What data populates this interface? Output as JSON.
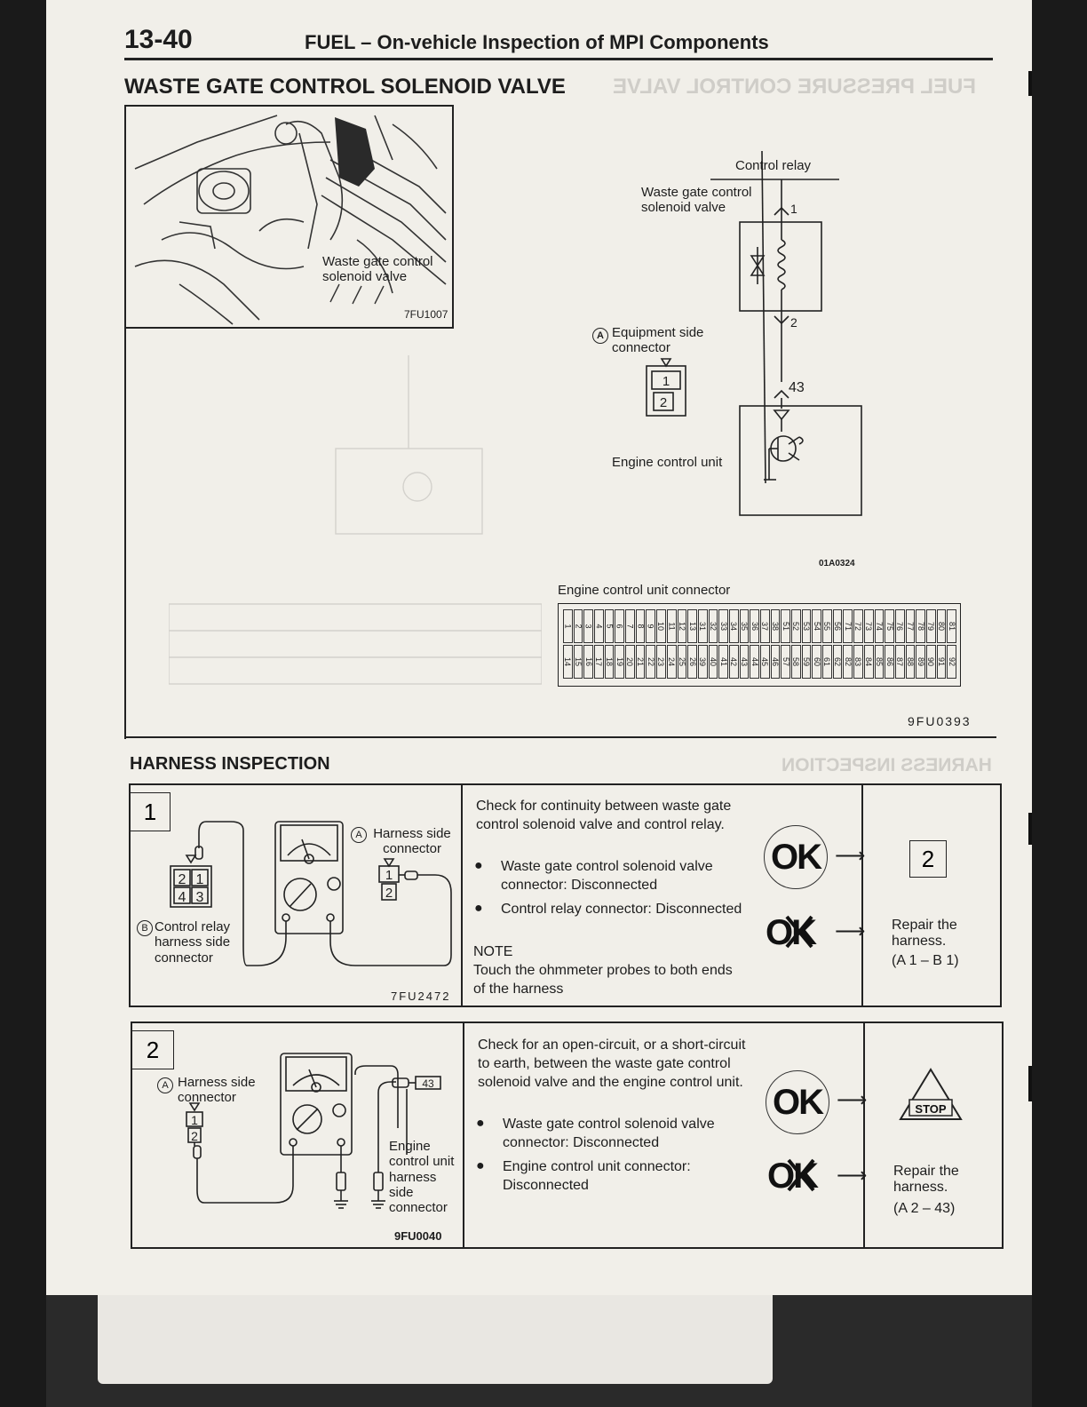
{
  "header": {
    "page_number": "13-40",
    "title": "FUEL – On-vehicle Inspection of MPI Components"
  },
  "section": {
    "title": "WASTE GATE CONTROL SOLENOID VALVE"
  },
  "photo": {
    "label": "Waste gate control solenoid valve",
    "code": "7FU1007"
  },
  "circuit": {
    "control_relay": "Control relay",
    "solenoid_label": "Waste gate control solenoid valve",
    "pin1": "1",
    "pin2": "2",
    "pin43": "43",
    "equipment_connector": "Equipment side connector",
    "equipment_letter": "A",
    "ecu_label": "Engine control unit",
    "code": "01A0324"
  },
  "ecu_connector": {
    "label": "Engine control unit connector",
    "code": "9FU0393",
    "top_pins": [
      "1",
      "2",
      "3",
      "4",
      "5",
      "6",
      "7",
      "8",
      "9",
      "10",
      "11",
      "12",
      "13",
      "31",
      "32",
      "33",
      "34",
      "35",
      "36",
      "37",
      "38",
      "51",
      "52",
      "53",
      "54",
      "55",
      "56",
      "71",
      "72",
      "73",
      "74",
      "75",
      "76",
      "77",
      "78",
      "79",
      "80",
      "81"
    ],
    "bottom_pins": [
      "14",
      "15",
      "16",
      "17",
      "18",
      "19",
      "20",
      "21",
      "22",
      "23",
      "24",
      "25",
      "26",
      "39",
      "40",
      "41",
      "42",
      "43",
      "44",
      "45",
      "46",
      "57",
      "58",
      "59",
      "60",
      "61",
      "62",
      "82",
      "83",
      "84",
      "85",
      "86",
      "87",
      "88",
      "89",
      "90",
      "91",
      "92"
    ]
  },
  "harness": {
    "title": "HARNESS INSPECTION",
    "steps": [
      {
        "number": "1",
        "harness_connector": "Harness side connector",
        "harness_letter": "A",
        "relay_connector": "Control relay harness side connector",
        "relay_letter": "B",
        "relay_pins": [
          "2",
          "1",
          "4",
          "3"
        ],
        "connector_pins": [
          "1",
          "2"
        ],
        "code": "7FU2472",
        "description": "Check for continuity between waste gate control solenoid valve and control relay.",
        "bullets": [
          "Waste gate control solenoid valve connector: Disconnected",
          "Control relay connector: Disconnected"
        ],
        "note_title": "NOTE",
        "note": "Touch the ohmmeter probes to both ends of the harness",
        "ok": "OK",
        "ng": "OK",
        "ok_result": "2",
        "ng_result": "Repair the harness.",
        "ng_ref": "(A 1 – B 1)"
      },
      {
        "number": "2",
        "harness_connector": "Harness side connector",
        "harness_letter": "A",
        "connector_pins": [
          "1",
          "2"
        ],
        "pin43": "43",
        "ecu_connector": "Engine control unit harness side connector",
        "code": "9FU0040",
        "description": "Check for an open-circuit, or a short-circuit to earth, between the waste gate control solenoid valve and the engine control unit.",
        "bullets": [
          "Waste gate control solenoid valve connector: Disconnected",
          "Engine control unit connector: Disconnected"
        ],
        "ok": "OK",
        "ng": "OK",
        "ok_result": "STOP",
        "ng_result": "Repair the harness.",
        "ng_ref": "(A 2 – 43)"
      }
    ]
  },
  "ghost": {
    "section": "FUEL PRESSURE CONTROL VALVE",
    "harness": "HARNESS INSPECTION"
  }
}
